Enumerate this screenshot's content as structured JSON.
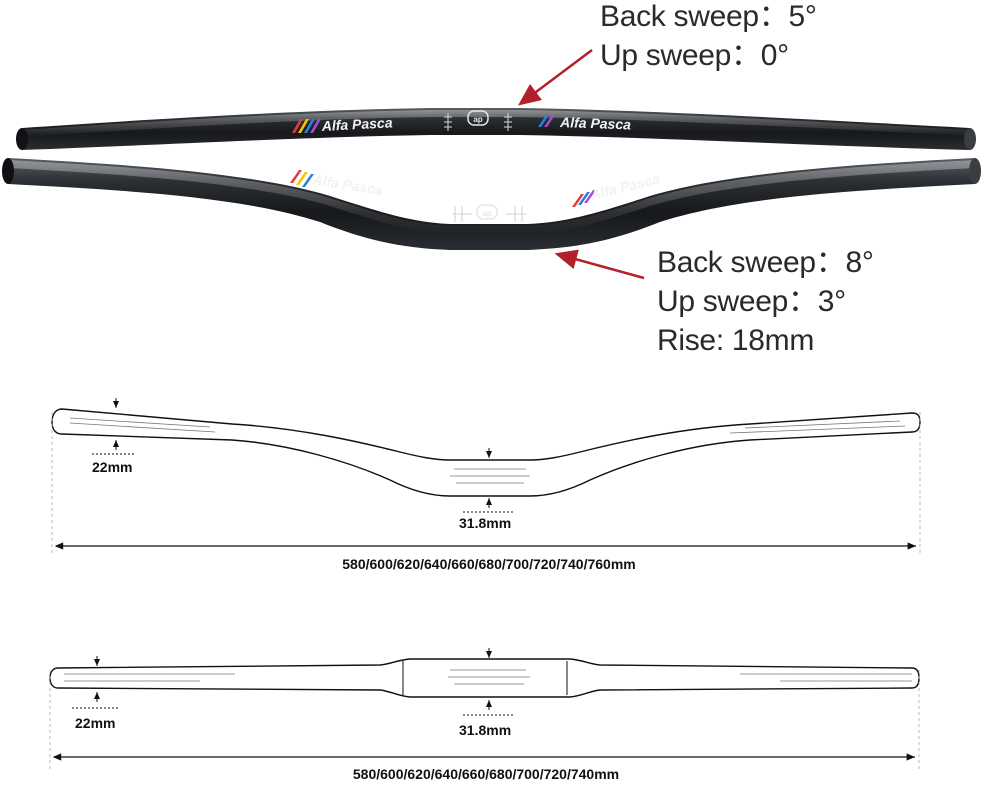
{
  "top_photo": {
    "flat_bar": {
      "back_sweep": "Back sweep：5°",
      "up_sweep": "Up sweep：0°",
      "brand": "Alfa Pasca"
    },
    "riser_bar": {
      "back_sweep": "Back sweep：8°",
      "up_sweep": "Up sweep：3°",
      "rise": "Rise: 18mm",
      "brand": "Alfa Pasca"
    },
    "arrow_color": "#b3202a"
  },
  "riser_drawing": {
    "grip_diameter": "22mm",
    "clamp_diameter": "31.8mm",
    "lengths": "580/600/620/640/660/680/700/720/740/760mm"
  },
  "flat_drawing": {
    "grip_diameter": "22mm",
    "clamp_diameter": "31.8mm",
    "lengths": "580/600/620/640/660/680/700/720/740mm"
  }
}
